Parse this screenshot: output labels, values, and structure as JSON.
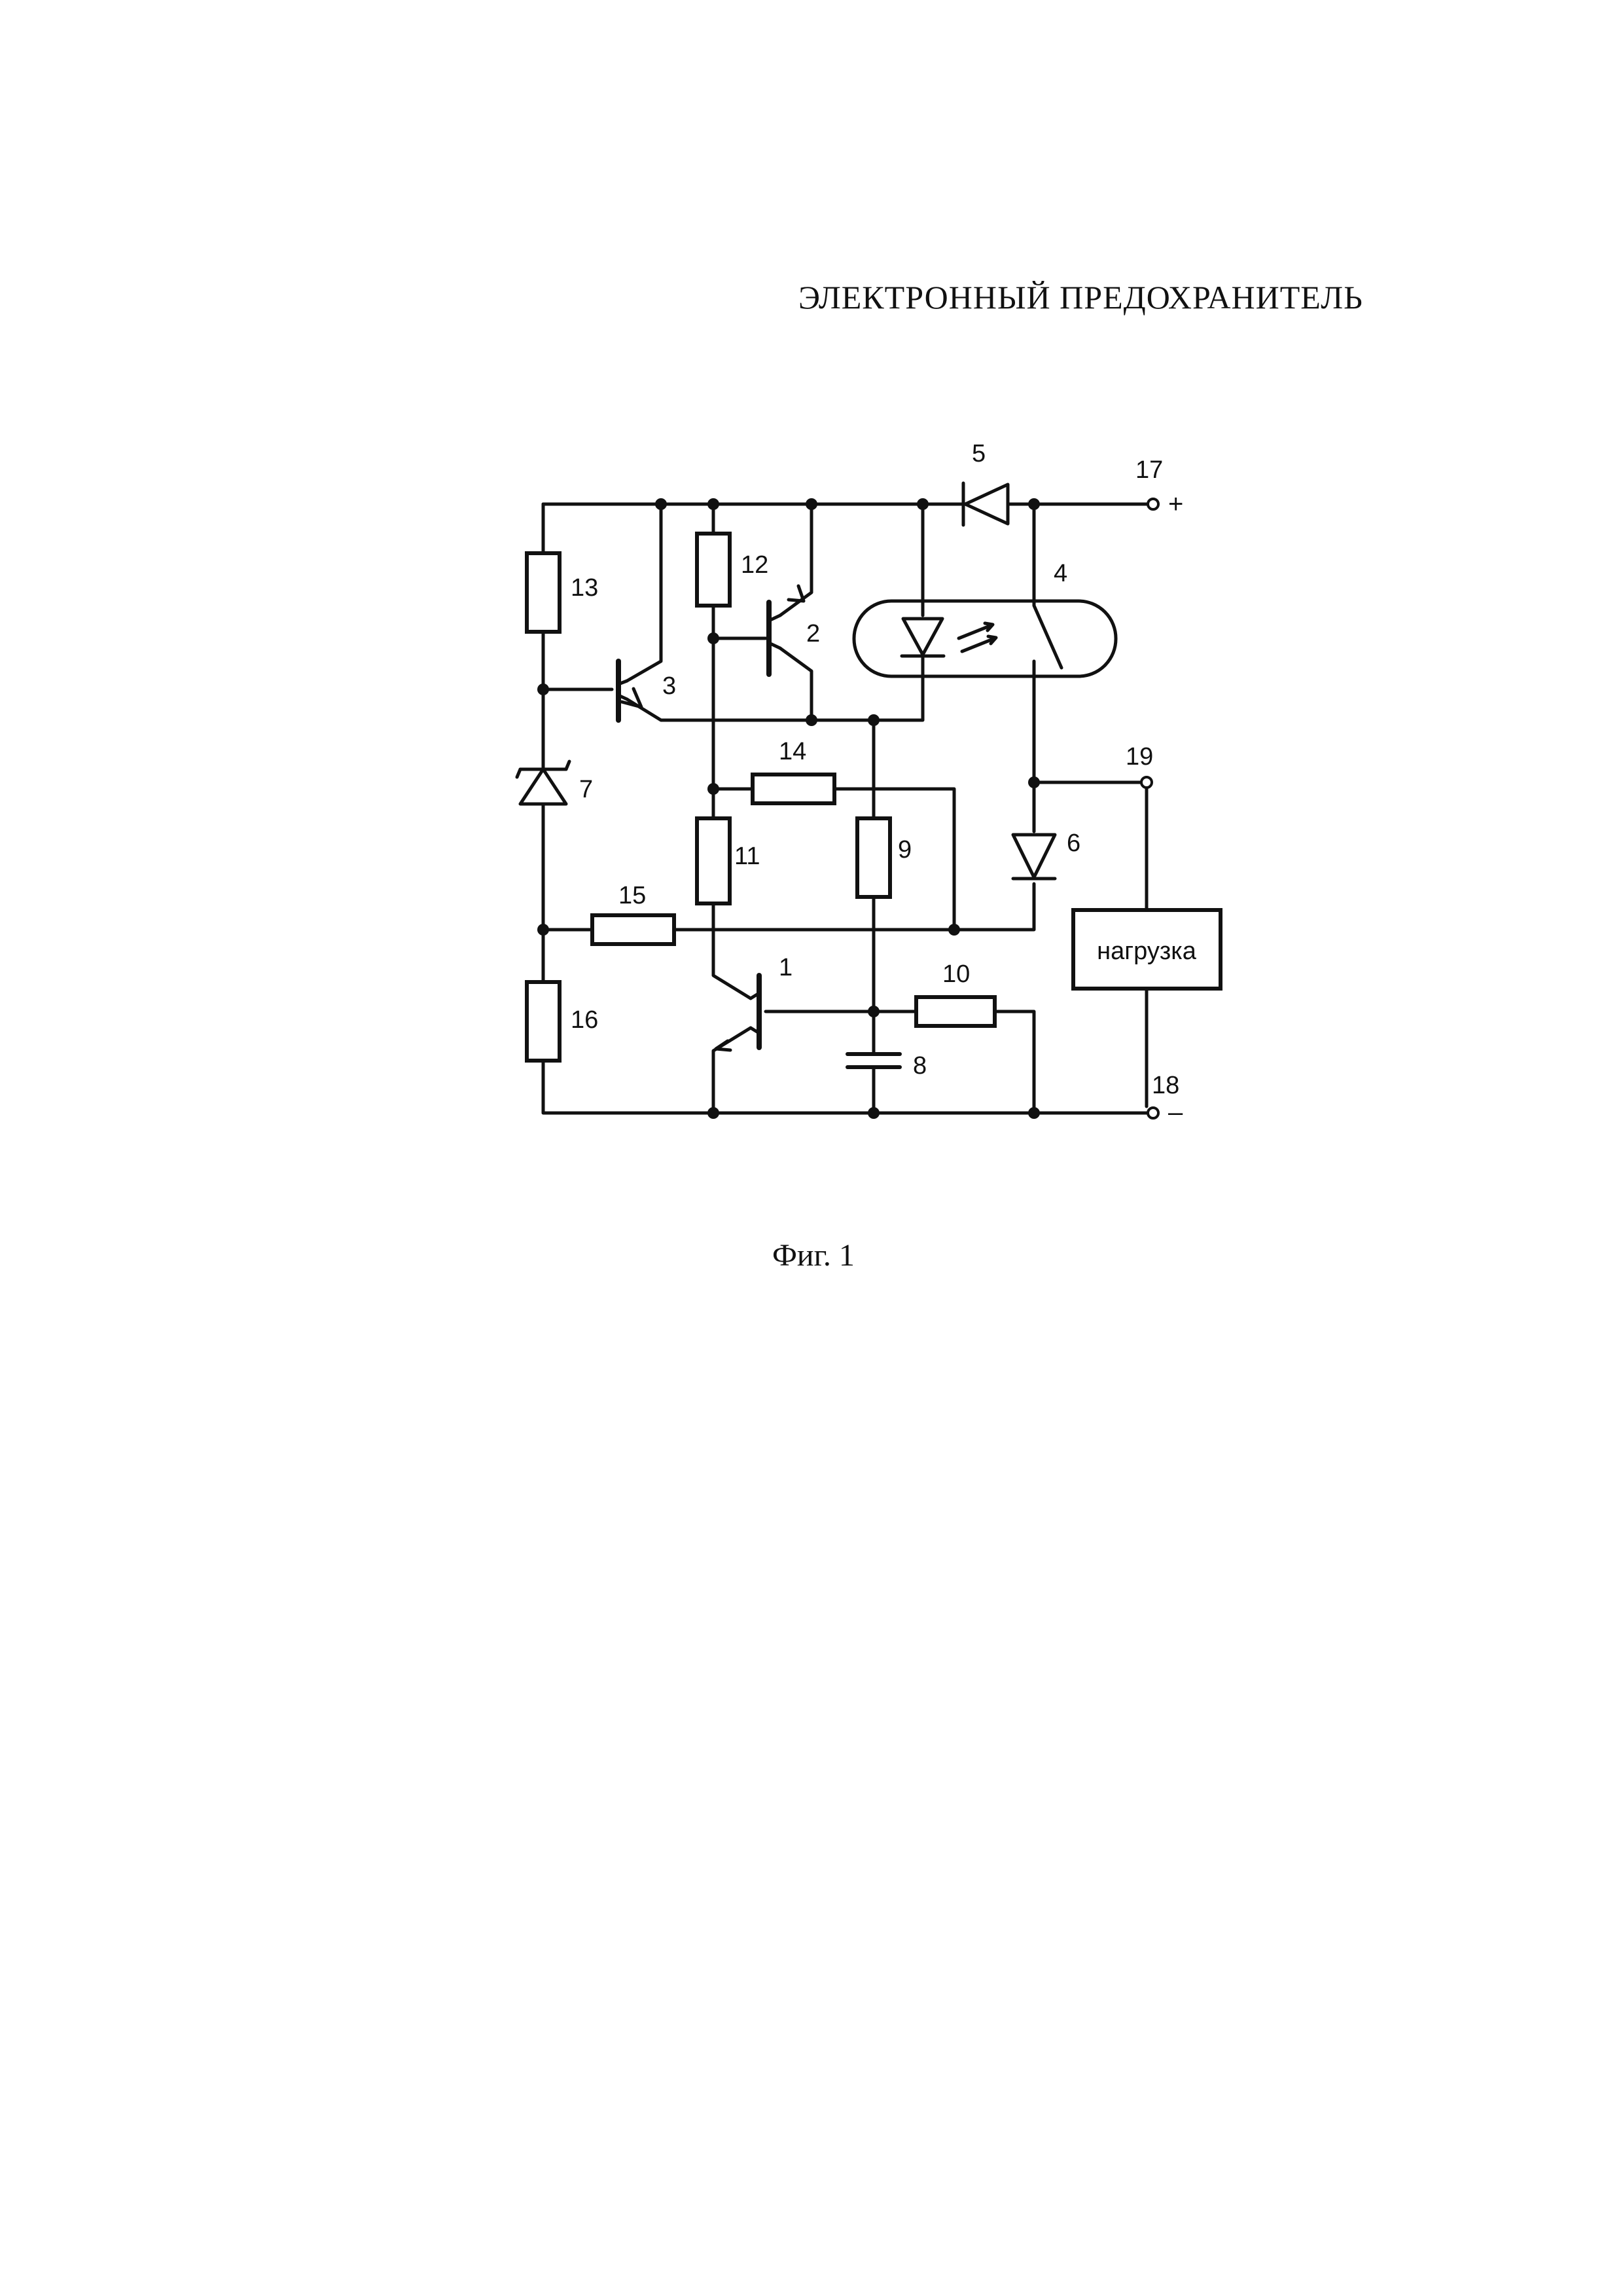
{
  "title": "ЭЛЕКТРОННЫЙ ПРЕДОХРАНИТЕЛЬ",
  "caption": "Фиг. 1",
  "labels": {
    "t1": "1",
    "t2": "2",
    "t3": "3",
    "oc4": "4",
    "d5": "5",
    "d6": "6",
    "z7": "7",
    "c8": "8",
    "r9": "9",
    "r10": "10",
    "r11": "11",
    "r12": "12",
    "r13": "13",
    "r14": "14",
    "r15": "15",
    "r16": "16",
    "n17": "17",
    "n18": "18",
    "n19": "19",
    "plus": "+",
    "minus": "–",
    "load": "нагрузка"
  }
}
